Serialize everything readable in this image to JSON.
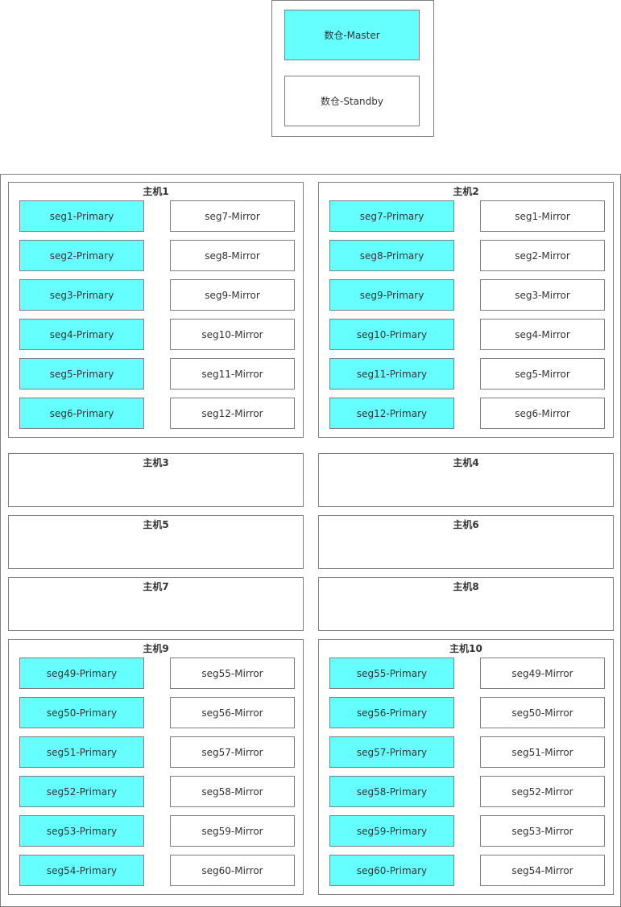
{
  "colors": {
    "primary_fill": "#66ffff",
    "border": "#808080",
    "text": "#333333"
  },
  "master_group": {
    "master_label": "数仓-Master",
    "standby_label": "数仓-Standby"
  },
  "hosts": [
    {
      "title": "主机1",
      "primaries": [
        "seg1-Primary",
        "seg2-Primary",
        "seg3-Primary",
        "seg4-Primary",
        "seg5-Primary",
        "seg6-Primary"
      ],
      "mirrors": [
        "seg7-Mirror",
        "seg8-Mirror",
        "seg9-Mirror",
        "seg10-Mirror",
        "seg11-Mirror",
        "seg12-Mirror"
      ]
    },
    {
      "title": "主机2",
      "primaries": [
        "seg7-Primary",
        "seg8-Primary",
        "seg9-Primary",
        "seg10-Primary",
        "seg11-Primary",
        "seg12-Primary"
      ],
      "mirrors": [
        "seg1-Mirror",
        "seg2-Mirror",
        "seg3-Mirror",
        "seg4-Mirror",
        "seg5-Mirror",
        "seg6-Mirror"
      ]
    },
    {
      "title": "主机3",
      "primaries": [],
      "mirrors": []
    },
    {
      "title": "主机4",
      "primaries": [],
      "mirrors": []
    },
    {
      "title": "主机5",
      "primaries": [],
      "mirrors": []
    },
    {
      "title": "主机6",
      "primaries": [],
      "mirrors": []
    },
    {
      "title": "主机7",
      "primaries": [],
      "mirrors": []
    },
    {
      "title": "主机8",
      "primaries": [],
      "mirrors": []
    },
    {
      "title": "主机9",
      "primaries": [
        "seg49-Primary",
        "seg50-Primary",
        "seg51-Primary",
        "seg52-Primary",
        "seg53-Primary",
        "seg54-Primary"
      ],
      "mirrors": [
        "seg55-Mirror",
        "seg56-Mirror",
        "seg57-Mirror",
        "seg58-Mirror",
        "seg59-Mirror",
        "seg60-Mirror"
      ]
    },
    {
      "title": "主机10",
      "primaries": [
        "seg55-Primary",
        "seg56-Primary",
        "seg57-Primary",
        "seg58-Primary",
        "seg59-Primary",
        "seg60-Primary"
      ],
      "mirrors": [
        "seg49-Mirror",
        "seg50-Mirror",
        "seg51-Mirror",
        "seg52-Mirror",
        "seg53-Mirror",
        "seg54-Mirror"
      ]
    }
  ]
}
